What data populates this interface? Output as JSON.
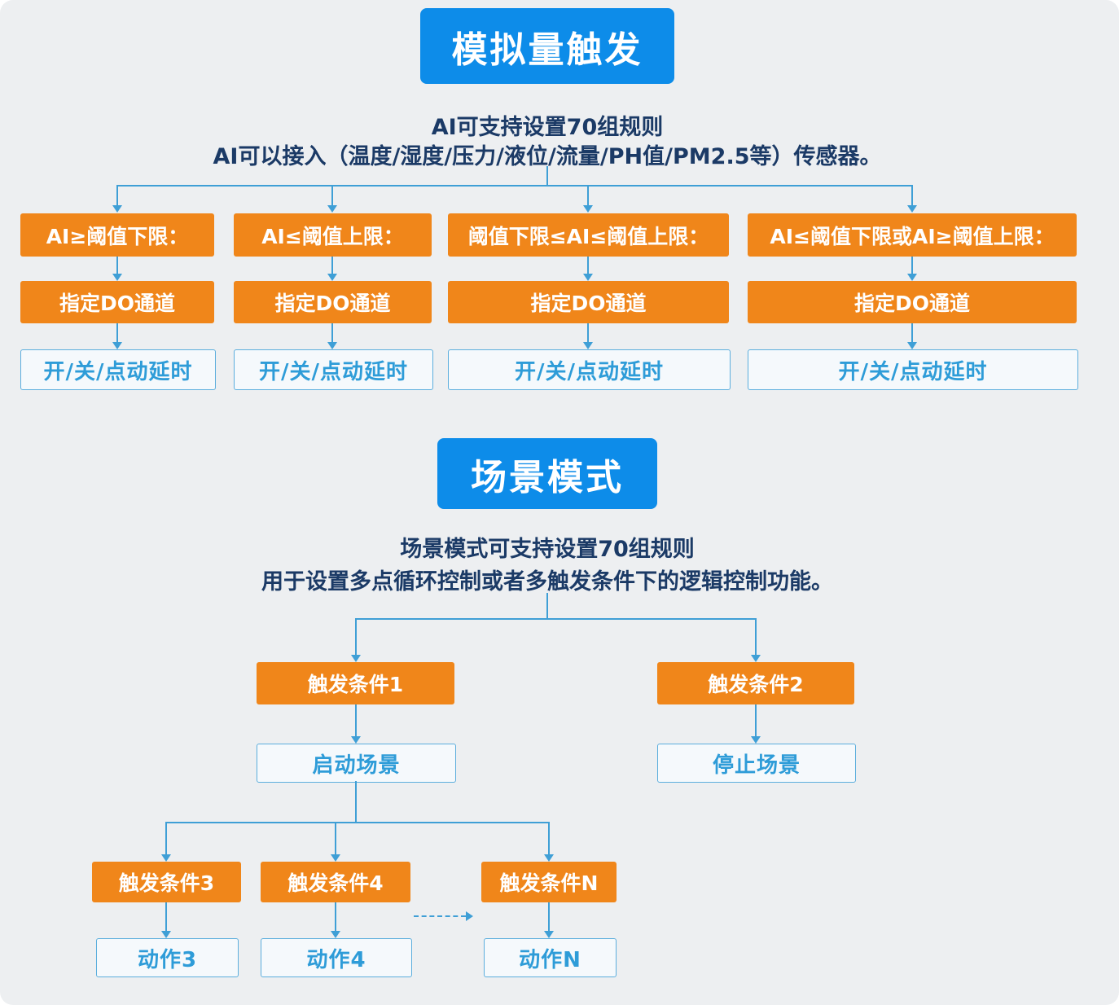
{
  "colors": {
    "background": "#edeff1",
    "header_blue": "#0d8ce9",
    "box_orange": "#f0861a",
    "line_blue": "#3f9fd6",
    "outline_text": "#2e9cd8",
    "body_text": "#1b3a66"
  },
  "section1": {
    "title": "模拟量触发",
    "line1": "AI可支持设置70组规则",
    "line2": "AI可以接入（温度/湿度/压力/液位/流量/PH值/PM2.5等）传感器。",
    "branches": [
      {
        "condition": "AI≥阈值下限：",
        "channel": "指定DO通道",
        "action": "开/关/点动延时"
      },
      {
        "condition": "AI≤阈值上限：",
        "channel": "指定DO通道",
        "action": "开/关/点动延时"
      },
      {
        "condition": "阈值下限≤AI≤阈值上限：",
        "channel": "指定DO通道",
        "action": "开/关/点动延时"
      },
      {
        "condition": "AI≤阈值下限或AI≥阈值上限：",
        "channel": "指定DO通道",
        "action": "开/关/点动延时"
      }
    ]
  },
  "section2": {
    "title": "场景模式",
    "line1": "场景模式可支持设置70组规则",
    "line2": "用于设置多点循环控制或者多触发条件下的逻辑控制功能。",
    "triggers": [
      {
        "condition": "触发条件1",
        "action": "启动场景"
      },
      {
        "condition": "触发条件2",
        "action": "停止场景"
      }
    ],
    "sub_triggers": [
      {
        "condition": "触发条件3",
        "action": "动作3"
      },
      {
        "condition": "触发条件4",
        "action": "动作4"
      },
      {
        "condition": "触发条件N",
        "action": "动作N"
      }
    ]
  }
}
